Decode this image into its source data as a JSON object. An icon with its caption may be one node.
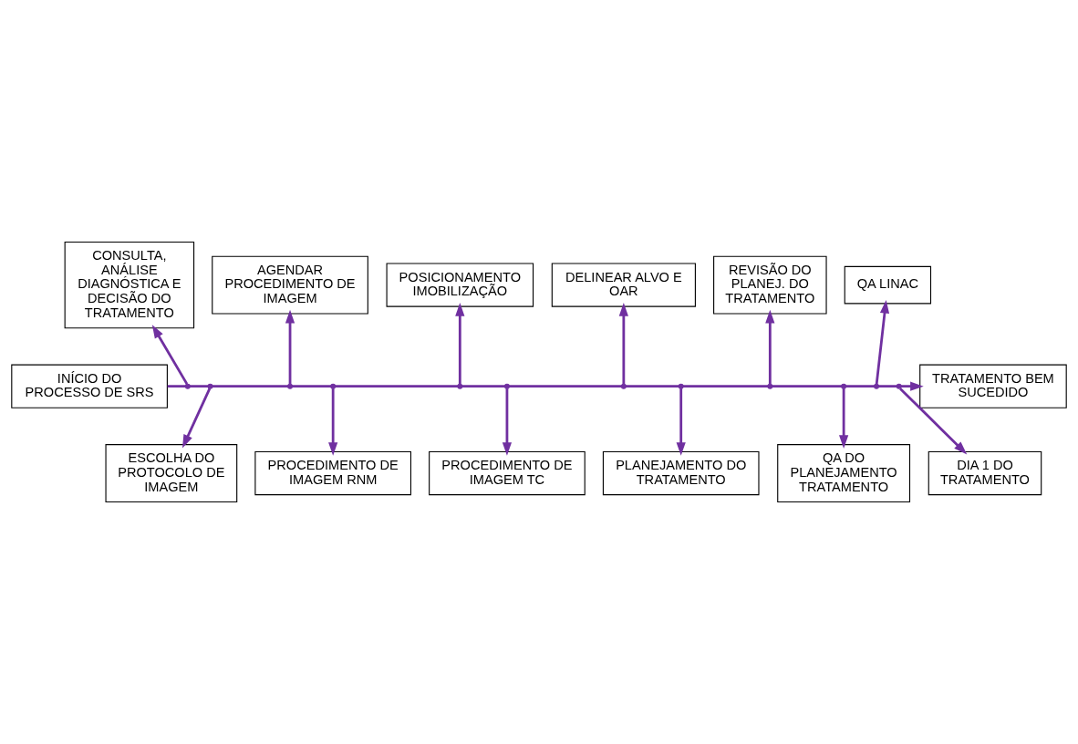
{
  "diagram": {
    "nodes": [
      {
        "text": [
          "INÍCIO DO PROCESSO DE SRS"
        ]
      },
      {
        "text": [
          "CONSULTA, ANÁLISE DIAGNÓSTICA E DECISÃO DO TRATAMENTO"
        ]
      },
      {
        "text": [
          "AGENDAR PROCEDIMENTO DE IMAGEM"
        ]
      },
      {
        "text": [
          "POSICIONAMENTO IMOBILIZAÇÃO"
        ]
      },
      {
        "text": [
          "DELINEAR ALVO E OAR"
        ]
      },
      {
        "text": [
          "REVISÃO DO PLANEJ. DO TRATAMENTO"
        ]
      },
      {
        "text": [
          "QA LINAC"
        ]
      },
      {
        "text": [
          "TRATAMENTO BEM SUCEDIDO"
        ]
      },
      {
        "text": [
          "ESCOLHA DO PROTOCOLO DE IMAGEM"
        ]
      },
      {
        "text": [
          "PROCEDIMENTO DE IMAGEM RNM"
        ]
      },
      {
        "text": [
          "PROCEDIMENTO DE IMAGEM TC"
        ]
      },
      {
        "text": [
          "PLANEJAMENTO DO TRATAMENTO"
        ]
      },
      {
        "text": [
          "QA DO PLANEJAMENTO TRATAMENTO"
        ]
      },
      {
        "text": [
          "DIA 1 DO TRATAMENTO"
        ]
      }
    ],
    "edges": [
      {
        "from": 0,
        "to": 7,
        "arrow": "to"
      },
      {
        "from": null,
        "to": 1,
        "arrow": "to"
      },
      {
        "from": null,
        "to": 8,
        "arrow": "to"
      },
      {
        "from": null,
        "to": 2,
        "arrow": "to"
      },
      {
        "from": null,
        "to": 9,
        "arrow": "to"
      },
      {
        "from": null,
        "to": 3,
        "arrow": "to"
      },
      {
        "from": null,
        "to": 10,
        "arrow": "to"
      },
      {
        "from": null,
        "to": 4,
        "arrow": "to"
      },
      {
        "from": null,
        "to": 11,
        "arrow": "to"
      },
      {
        "from": null,
        "to": 5,
        "arrow": "to"
      },
      {
        "from": null,
        "to": 12,
        "arrow": "to"
      },
      {
        "from": null,
        "to": 6,
        "arrow": "to"
      },
      {
        "from": null,
        "to": 13,
        "arrow": "to"
      }
    ]
  }
}
